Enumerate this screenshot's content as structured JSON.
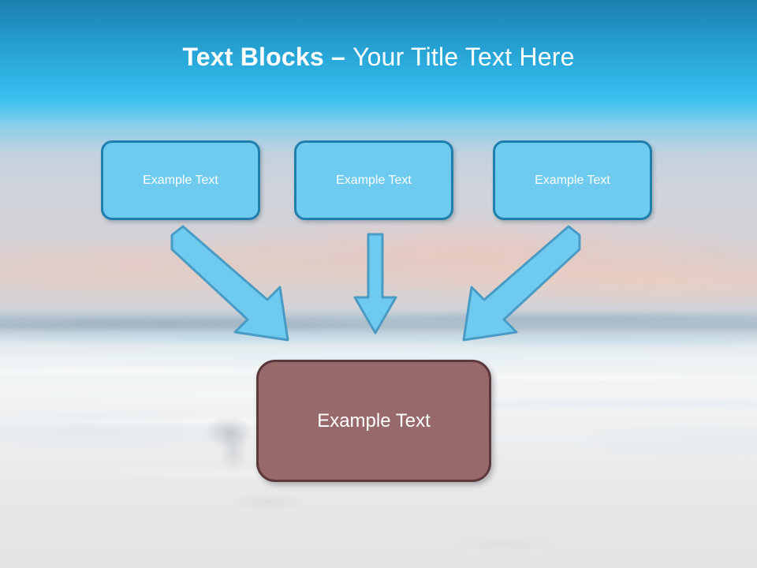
{
  "slide": {
    "title": {
      "bold_part": "Text Blocks",
      "separator": " – ",
      "rest_part": "Your Title Text Here",
      "color": "#ffffff"
    },
    "background": {
      "kind": "photo-beach-sunset",
      "sky_top_color": "#1b7fae",
      "sky_bright_color": "#33b9ea",
      "haze_color": "#d2d2d7",
      "sand_color": "#e9eaeb"
    },
    "top_boxes": [
      {
        "label": "Example Text",
        "fill": "#6ecbef",
        "border": "#1f7fad",
        "text_color": "#ffffff"
      },
      {
        "label": "Example Text",
        "fill": "#6ecbef",
        "border": "#1f7fad",
        "text_color": "#ffffff"
      },
      {
        "label": "Example Text",
        "fill": "#6ecbef",
        "border": "#1f7fad",
        "text_color": "#ffffff"
      }
    ],
    "arrows": [
      {
        "name": "arrow-down-right",
        "fill": "#6ecbef",
        "border": "#4a9bc4"
      },
      {
        "name": "arrow-down",
        "fill": "#6ecbef",
        "border": "#4a9bc4"
      },
      {
        "name": "arrow-down-left",
        "fill": "#6ecbef",
        "border": "#4a9bc4"
      }
    ],
    "bottom_box": {
      "label": "Example Text",
      "fill": "#97696a",
      "border": "#5b3839",
      "text_color": "#ffffff"
    }
  }
}
